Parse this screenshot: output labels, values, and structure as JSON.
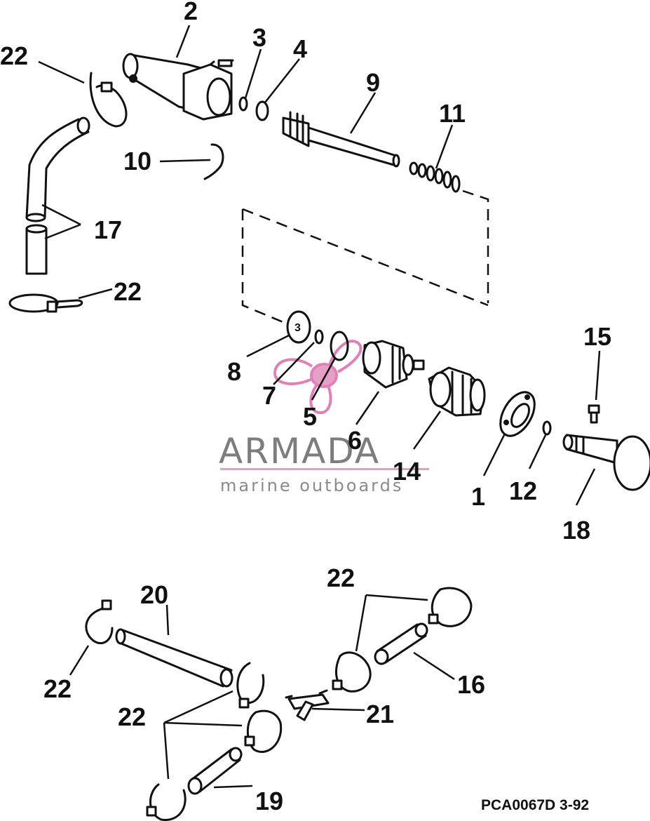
{
  "labels": {
    "l1": "1",
    "l2": "2",
    "l3": "3",
    "l4": "4",
    "l5": "5",
    "l6": "6",
    "l7": "7",
    "l8": "8",
    "l9": "9",
    "l10": "10",
    "l11": "11",
    "l12": "12",
    "l14": "14",
    "l15": "15",
    "l16": "16",
    "l17": "17",
    "l18": "18",
    "l19": "19",
    "l20": "20",
    "l21": "21",
    "l22": "22"
  },
  "watermark": {
    "brand": "ARMADA",
    "tagline": "marine outboards",
    "pink": "#e080b8",
    "gray": "#7d7d7d"
  },
  "reference": "PCA0067D  3-92"
}
